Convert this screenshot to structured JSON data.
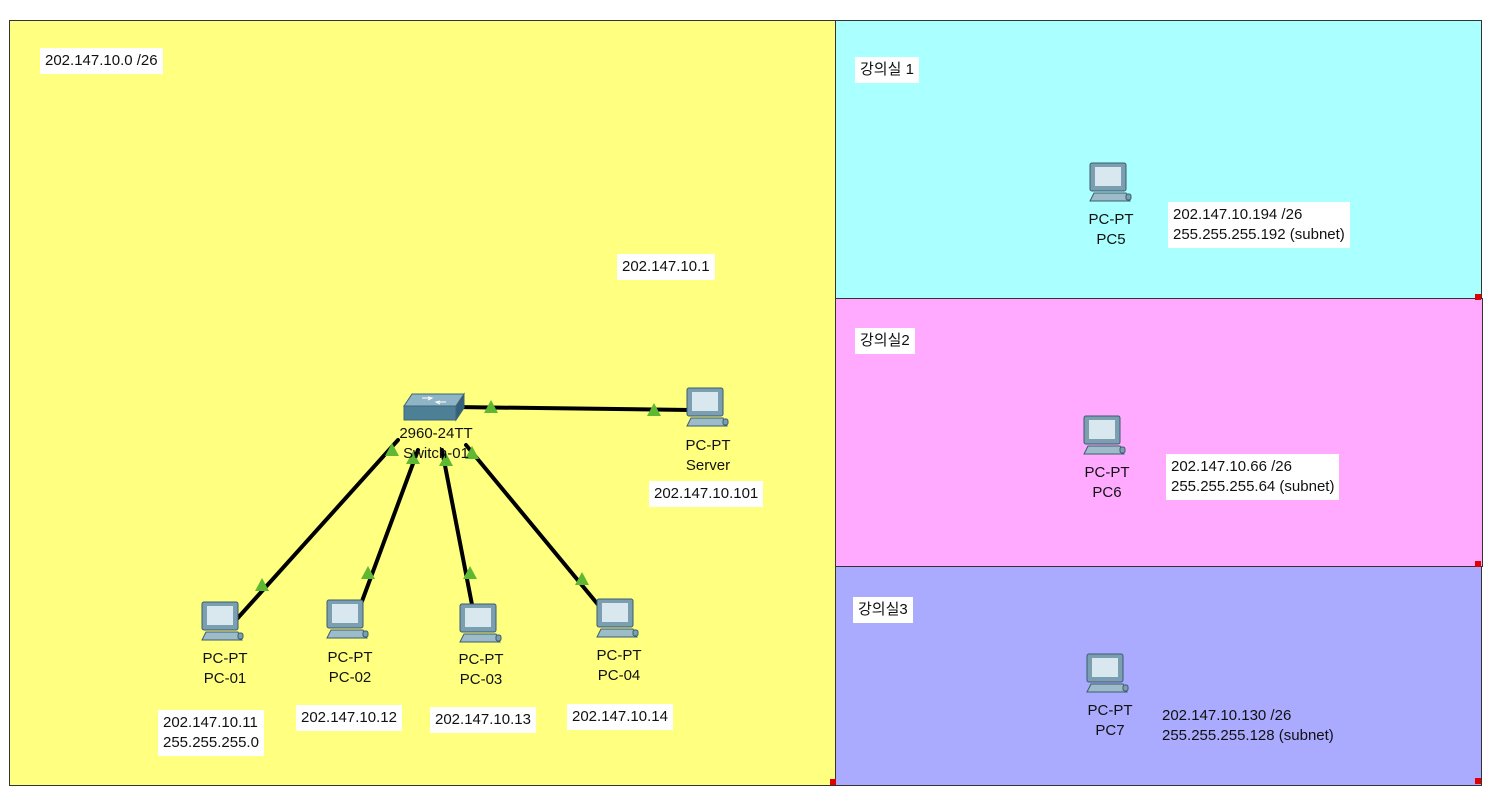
{
  "zones": {
    "main": {
      "color": "#ffff80",
      "label": "202.147.10.0 /26"
    },
    "room1": {
      "color": "#aaffff",
      "label": "강의실 1"
    },
    "room2": {
      "color": "#ffaaff",
      "label": "강의실2"
    },
    "room3": {
      "color": "#aaaaff",
      "label": "강의실3"
    }
  },
  "gateway_label": "202.147.10.1",
  "switch": {
    "model": "2960-24TT",
    "name": "Switch-01"
  },
  "devices": {
    "server": {
      "type": "PC-PT",
      "name": "Server",
      "ip": "202.147.10.101"
    },
    "pc01": {
      "type": "PC-PT",
      "name": "PC-01",
      "ip": "202.147.10.11",
      "mask": "255.255.255.0"
    },
    "pc02": {
      "type": "PC-PT",
      "name": "PC-02",
      "ip": "202.147.10.12"
    },
    "pc03": {
      "type": "PC-PT",
      "name": "PC-03",
      "ip": "202.147.10.13"
    },
    "pc04": {
      "type": "PC-PT",
      "name": "PC-04",
      "ip": "202.147.10.14"
    },
    "pc5": {
      "type": "PC-PT",
      "name": "PC5",
      "ip": "202.147.10.194 /26",
      "mask": "255.255.255.192 (subnet)"
    },
    "pc6": {
      "type": "PC-PT",
      "name": "PC6",
      "ip": "202.147.10.66 /26",
      "mask": "255.255.255.64 (subnet)"
    },
    "pc7": {
      "type": "PC-PT",
      "name": "PC7",
      "ip": "202.147.10.130 /26",
      "mask": "255.255.255.128 (subnet)"
    }
  },
  "colors": {
    "link": "#000000",
    "link_up": "#5fb832",
    "pc_body": "#7b9fb0",
    "pc_screen": "#d8e8ee"
  }
}
